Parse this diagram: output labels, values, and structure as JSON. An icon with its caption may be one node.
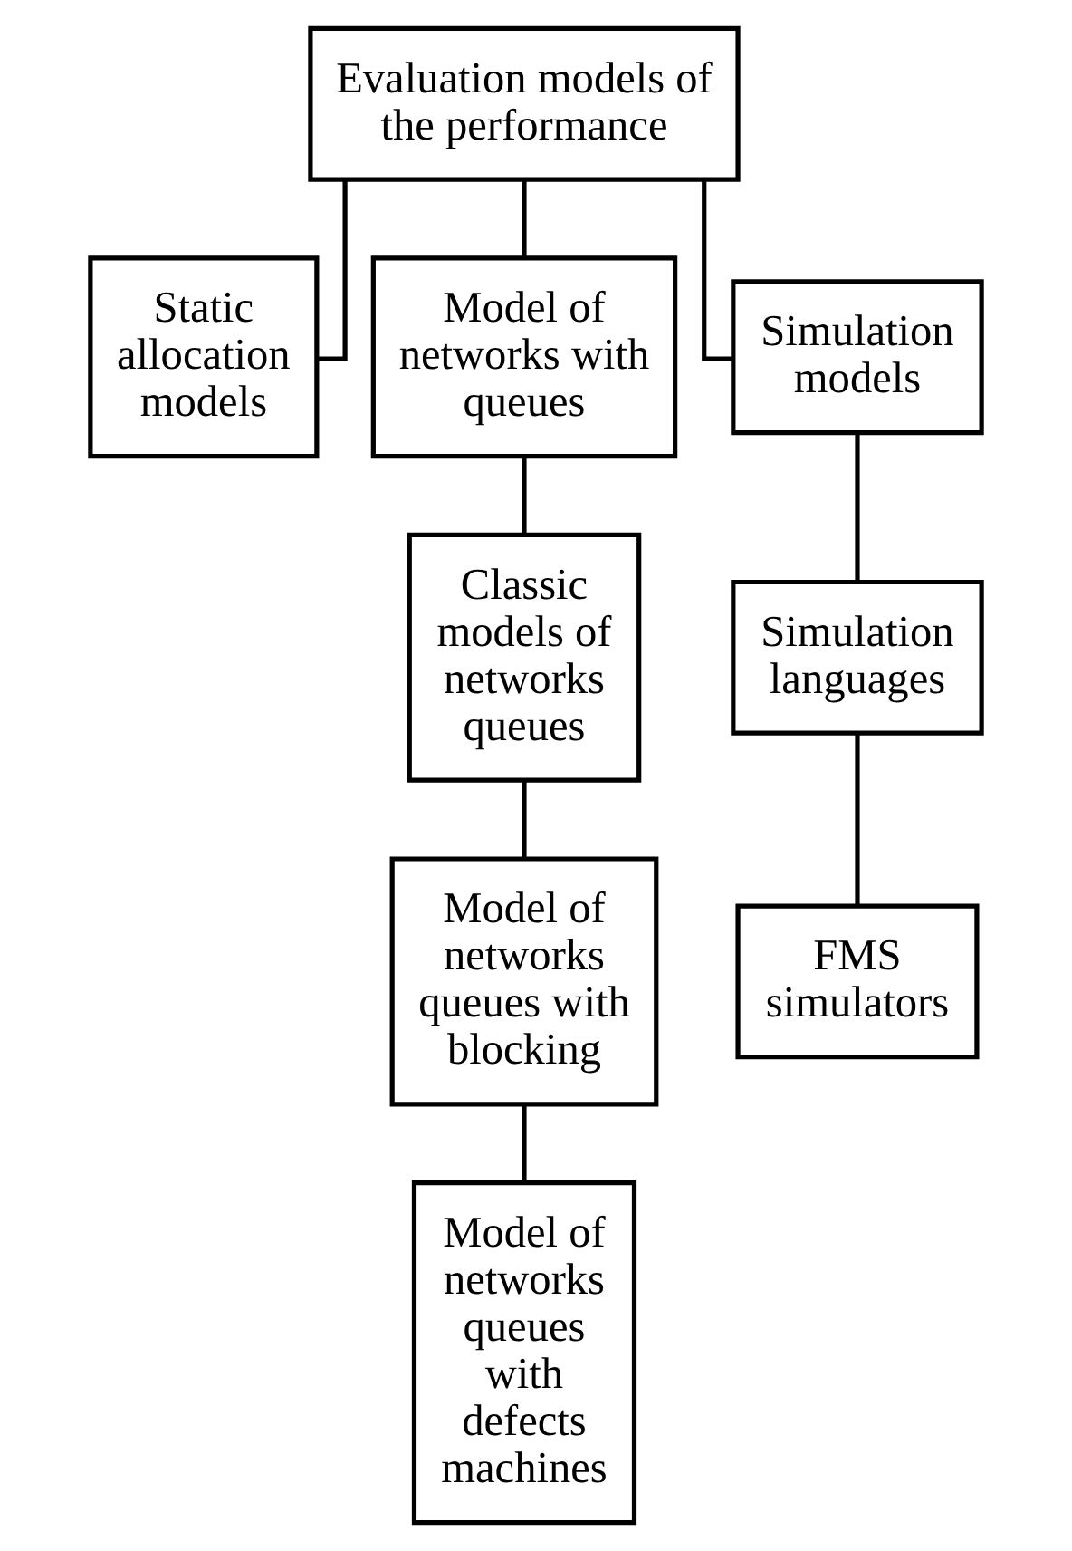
{
  "diagram": {
    "nodes": [
      {
        "text": [
          "Evaluation models of the performance"
        ]
      },
      {
        "text": [
          "Static allocation models"
        ]
      },
      {
        "text": [
          "Model of networks with queues"
        ]
      },
      {
        "text": [
          "Simulation models"
        ]
      },
      {
        "text": [
          "Classic models of networks queues"
        ]
      },
      {
        "text": [
          "Simulation languages"
        ]
      },
      {
        "text": [
          "Model of networks queues with blocking"
        ]
      },
      {
        "text": [
          "FMS simulators"
        ]
      },
      {
        "text": [
          "Model of networks queues with defects machines"
        ]
      }
    ],
    "edges": [
      {
        "from": 0,
        "to": 1,
        "arrow": "none"
      },
      {
        "from": 0,
        "to": 2,
        "arrow": "none"
      },
      {
        "from": 0,
        "to": 3,
        "arrow": "none"
      },
      {
        "from": 2,
        "to": 4,
        "arrow": "none"
      },
      {
        "from": 4,
        "to": 6,
        "arrow": "none"
      },
      {
        "from": 6,
        "to": 8,
        "arrow": "none"
      },
      {
        "from": 3,
        "to": 5,
        "arrow": "none"
      },
      {
        "from": 5,
        "to": 7,
        "arrow": "none"
      }
    ]
  }
}
